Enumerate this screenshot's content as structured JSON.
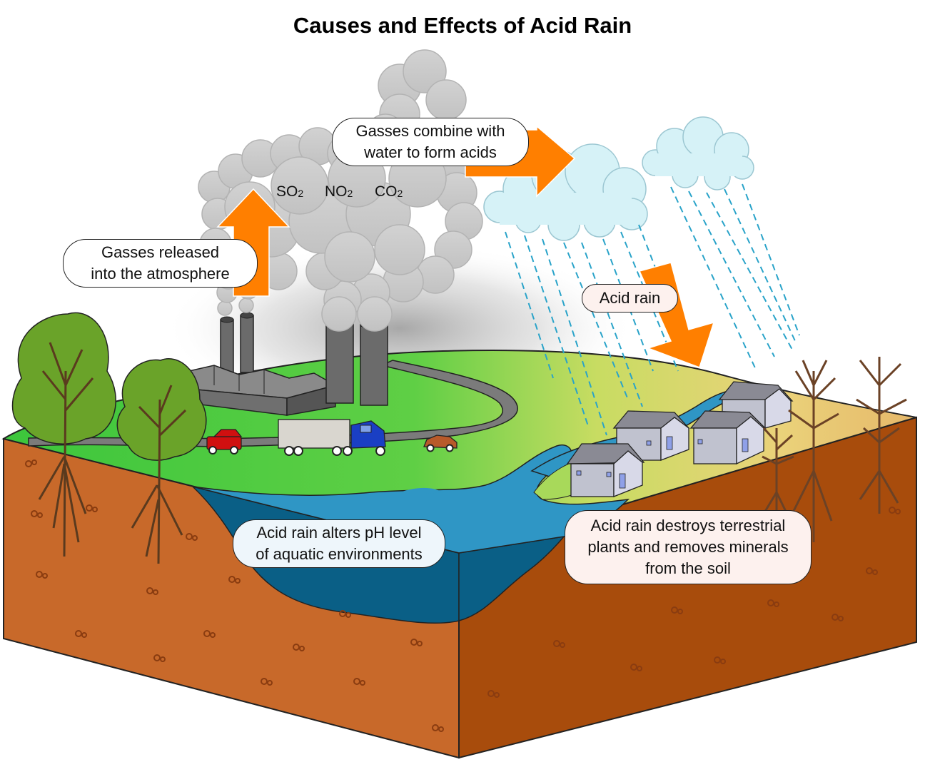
{
  "title": "Causes and Effects of Acid Rain",
  "gases": [
    {
      "symbol": "SO",
      "subscript": "2"
    },
    {
      "symbol": "NO",
      "subscript": "2"
    },
    {
      "symbol": "CO",
      "subscript": "2"
    }
  ],
  "callouts": {
    "released": [
      "Gasses released",
      "into the atmosphere"
    ],
    "combine": [
      "Gasses combine with",
      "water to form acids"
    ],
    "acid_rain": [
      "Acid rain"
    ],
    "aquatic": [
      "Acid rain alters pH level",
      "of aquatic environments"
    ],
    "terrestrial": [
      "Acid rain destroys terrestrial",
      "plants and removes minerals",
      "from the soil"
    ]
  },
  "colors": {
    "arrow": "#ff7f00",
    "smoke": "#c8c8c8",
    "cloud": "#d6f2f7",
    "rain": "#29a3c9",
    "grass": "#3cc63c",
    "soil_front": "#c8692a",
    "soil_side": "#a84c0c",
    "water": "#2f96c5",
    "water_deep": "#0a5f86",
    "acid_ground": "#e8c870"
  }
}
